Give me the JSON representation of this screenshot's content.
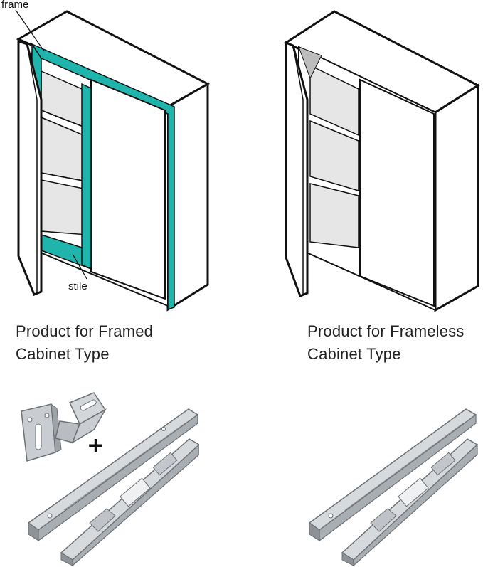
{
  "framed": {
    "callout_frame": "frame",
    "callout_stile": "stile",
    "caption_line1": "Product for Framed",
    "caption_line2": "Cabinet Type"
  },
  "frameless": {
    "caption_line1": "Product for Frameless",
    "caption_line2": "Cabinet Type"
  },
  "accessory": {
    "plus_symbol": "+"
  },
  "colors": {
    "frame_highlight": "#1fb5ad",
    "outline": "#111111",
    "interior": "#e6e6e6",
    "metal": "#c4c8cc"
  }
}
